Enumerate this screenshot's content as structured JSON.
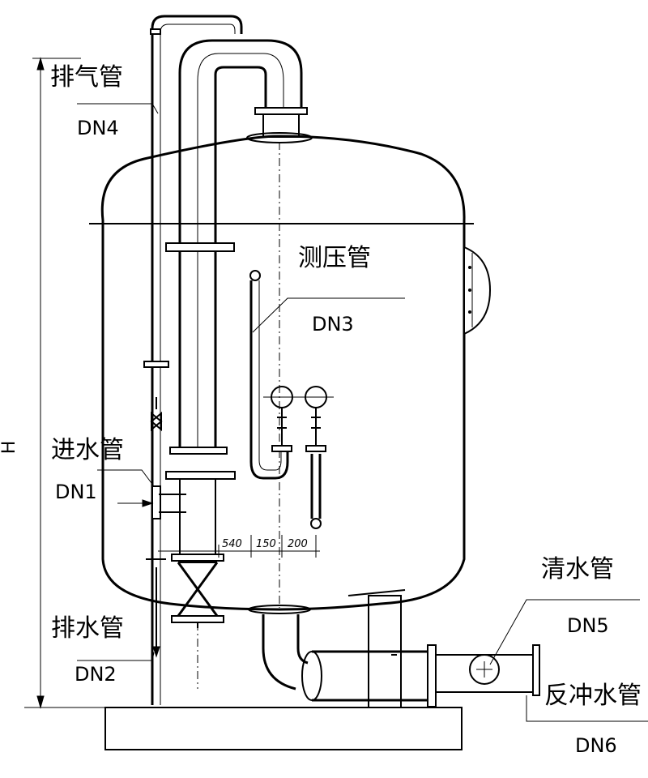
{
  "labels": {
    "vent_pipe": "排气管",
    "vent_dn": "DN4",
    "pressure_pipe": "测压管",
    "pressure_dn": "DN3",
    "inlet_pipe": "进水管",
    "inlet_dn": "DN1",
    "drain_pipe": "排水管",
    "drain_dn": "DN2",
    "clean_pipe": "清水管",
    "clean_dn": "DN5",
    "backwash_pipe": "反冲水管",
    "backwash_dn": "DN6",
    "height": "H"
  },
  "dimensions": [
    "540",
    "150",
    "200"
  ]
}
